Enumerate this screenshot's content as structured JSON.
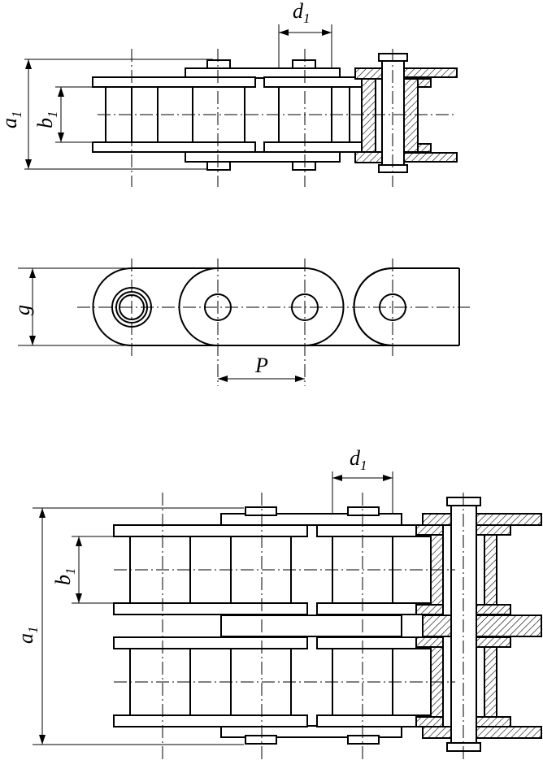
{
  "labels": {
    "d1": {
      "main": "d",
      "sub": "1"
    },
    "a1": {
      "main": "a",
      "sub": "1"
    },
    "b1": {
      "main": "b",
      "sub": "1"
    },
    "g": "g",
    "P": "P"
  },
  "views": [
    {
      "id": "single-row-roller-chain-top-view"
    },
    {
      "id": "chain-side-view-link-plates"
    },
    {
      "id": "double-row-roller-chain-top-view"
    }
  ]
}
